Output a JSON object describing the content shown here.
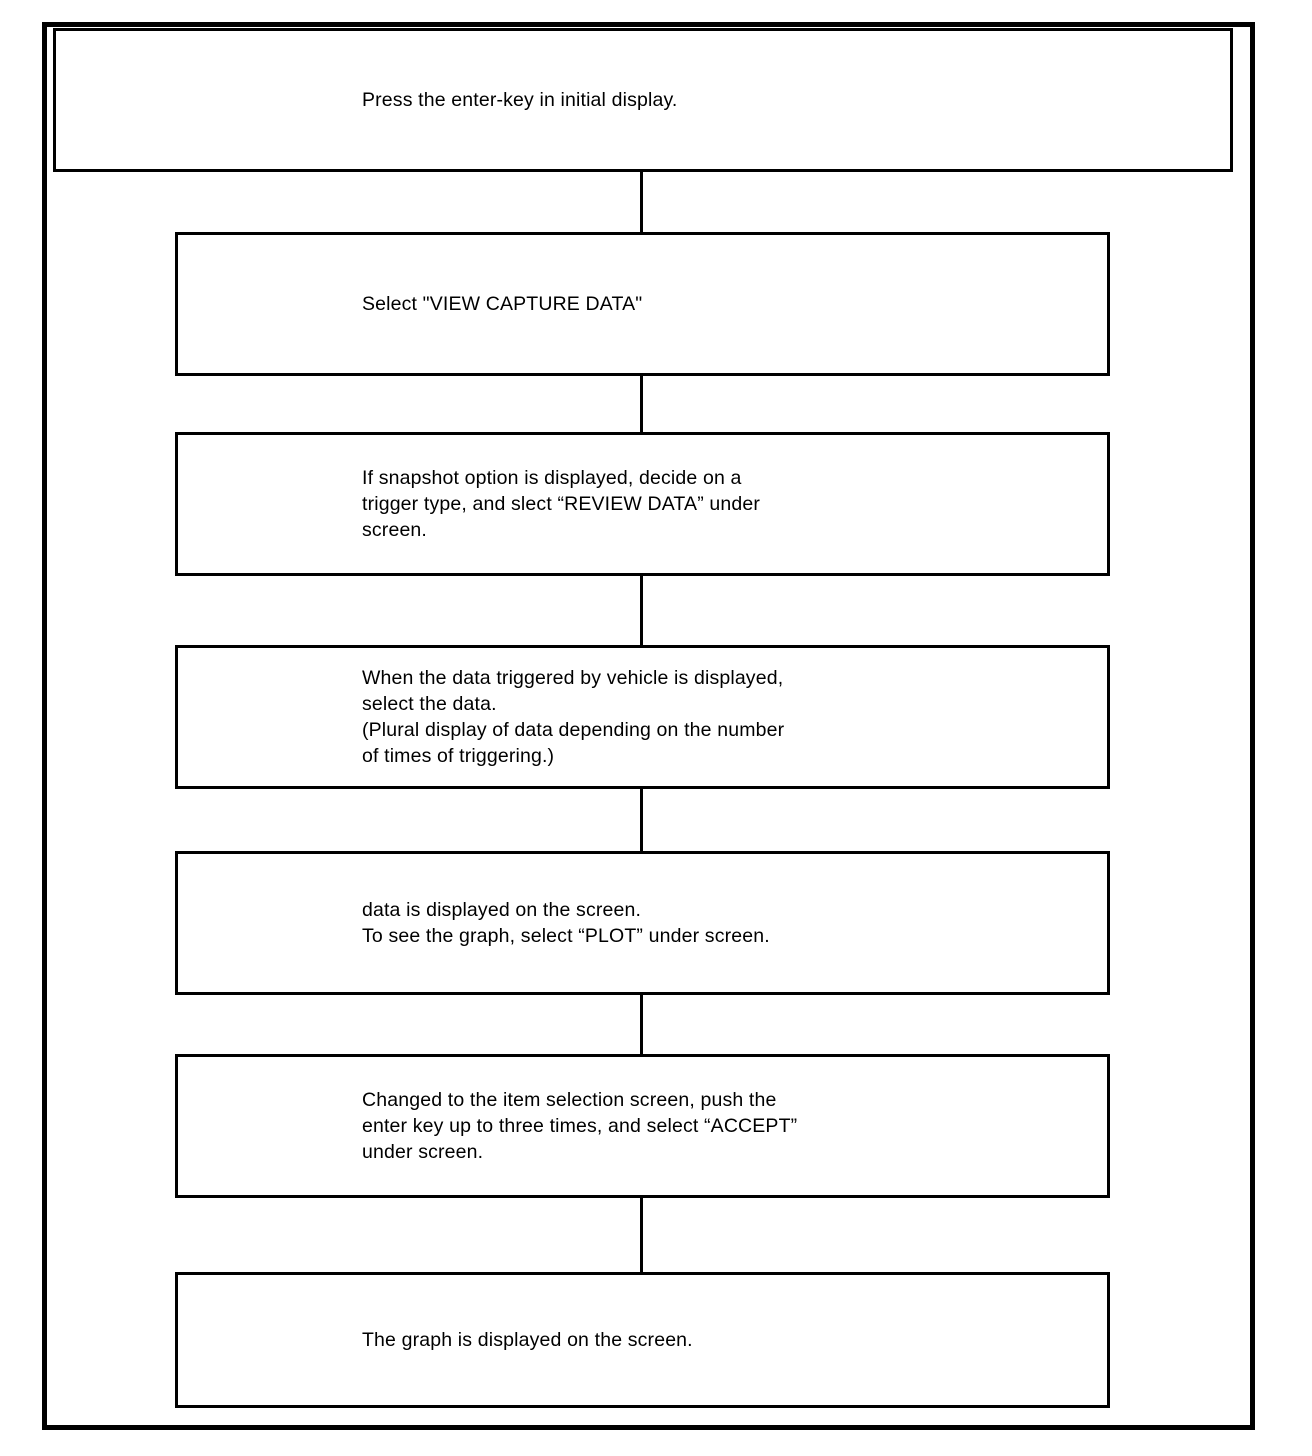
{
  "document": {
    "type": "procedure-flowchart",
    "title": "Press the enter-key in initial display."
  },
  "flow": {
    "steps": [
      {
        "id": "step-1",
        "order": 1,
        "text": "Press the enter-key in initial display."
      },
      {
        "id": "step-2",
        "order": 2,
        "text": "Select \"VIEW CAPTURE DATA\""
      },
      {
        "id": "step-3",
        "order": 3,
        "text": "If snapshot option is displayed, decide on a\ntrigger type, and slect “REVIEW DATA” under\nscreen."
      },
      {
        "id": "step-4",
        "order": 4,
        "text": "When the data triggered by vehicle is displayed,\nselect the data.\n(Plural display of data depending on the number\nof times of triggering.)"
      },
      {
        "id": "step-5",
        "order": 5,
        "text": "data is displayed on the screen.\nTo see the graph, select “PLOT” under screen."
      },
      {
        "id": "step-6",
        "order": 6,
        "text": "Changed to the item selection screen, push the\nenter key up to three times, and select “ACCEPT”\nunder screen."
      },
      {
        "id": "step-7",
        "order": 7,
        "text": "The graph is displayed on the screen."
      }
    ]
  },
  "colors": {
    "ink": "#000000",
    "paper": "#ffffff"
  }
}
